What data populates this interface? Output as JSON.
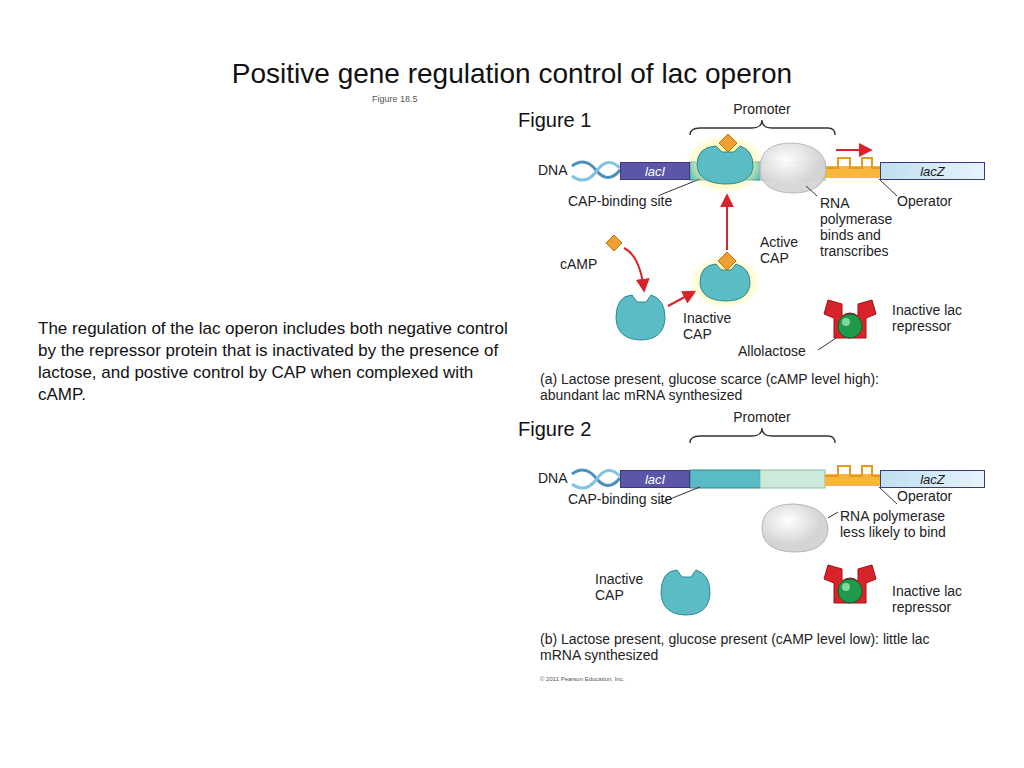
{
  "diagram": {
    "title": "Positive gene regulation control of lac operon",
    "nodes": [
      {
        "text": [
          "lacI"
        ]
      },
      {
        "text": [
          "lacZ"
        ]
      },
      {
        "text": [
          "lacI"
        ]
      },
      {
        "text": [
          "lacZ"
        ]
      }
    ],
    "labels": [
      "Figure 18.5",
      "Figure 1",
      "Promoter",
      "DNA",
      "CAP-binding site",
      "RNA polymerase binds and transcribes",
      "Operator",
      "cAMP",
      "Active CAP",
      "Inactive CAP",
      "Inactive lac repressor",
      "Allolactose",
      "(a) Lactose present, glucose scarce (cAMP level high): abundant lac mRNA synthesized",
      "Figure 2",
      "Promoter",
      "DNA",
      "CAP-binding site",
      "Operator",
      "RNA polymerase less likely to bind",
      "Inactive CAP",
      "Inactive lac repressor",
      "(b) Lactose present, glucose present (cAMP level low): little lac mRNA synthesized",
      "© 2011 Pearson Education, Inc.",
      "The regulation of the lac operon includes both negative control by the repressor protein that is inactivated by the presence of lactose, and postive control by CAP when complexed with cAMP."
    ]
  }
}
